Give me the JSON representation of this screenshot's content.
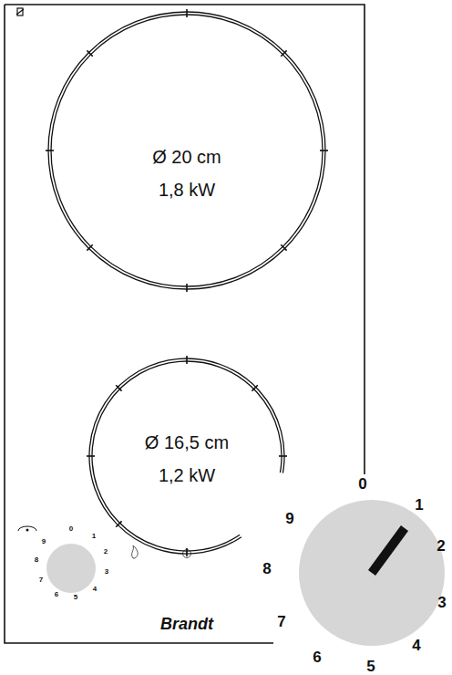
{
  "diagram": {
    "nodes": [
      {
        "text": [
          "Ø 20 cm",
          "1,8 kW"
        ]
      },
      {
        "text": [
          "Ø 16,5 cm",
          "1,2 kW"
        ]
      }
    ],
    "labels": [
      "0",
      "1",
      "2",
      "3",
      "4",
      "5",
      "6",
      "7",
      "8",
      "9",
      "Brandt",
      "0",
      "1",
      "2",
      "3",
      "4",
      "5",
      "6",
      "7",
      "8",
      "9"
    ]
  }
}
